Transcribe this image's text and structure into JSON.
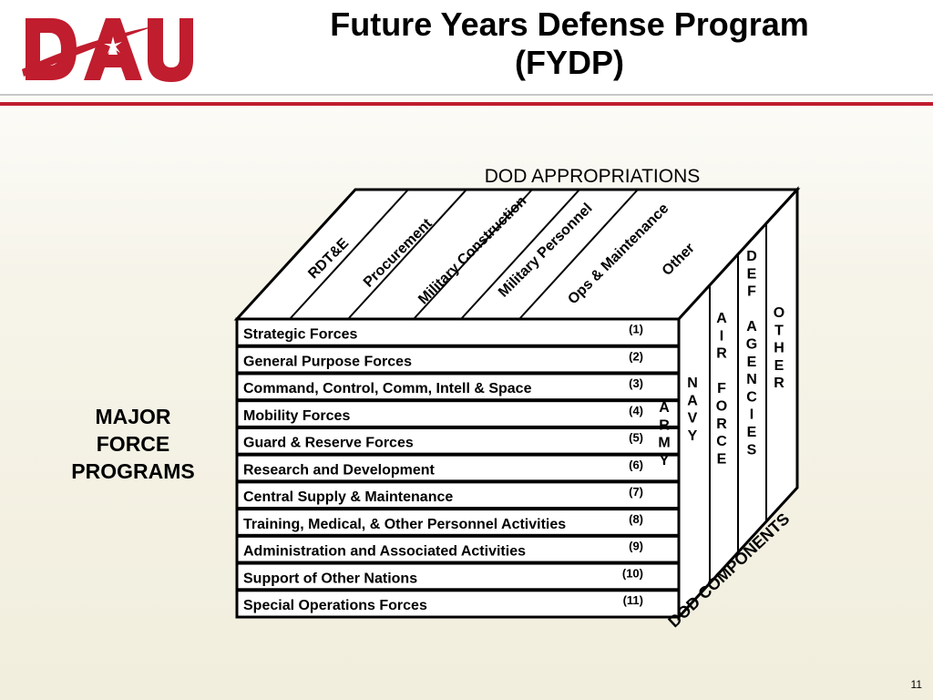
{
  "slide": {
    "title_line1": "Future Years Defense Program",
    "title_line2": "(FYDP)",
    "page_number": "11"
  },
  "logo": {
    "text": "DAU"
  },
  "diagram": {
    "top_label": "DOD  APPROPRIATIONS",
    "side_label_lines": [
      "MAJOR",
      "FORCE",
      "PROGRAMS"
    ],
    "bottom_label": "DOD COMPONENTS",
    "appropriations": [
      "RDT&E",
      "Procurement",
      "Military Construction",
      "Military Personnel",
      "Ops & Maintenance",
      "Other"
    ],
    "programs": [
      {
        "name": "Strategic Forces",
        "number": "(1)"
      },
      {
        "name": "General Purpose Forces",
        "number": "(2)"
      },
      {
        "name": "Command, Control, Comm, Intell & Space",
        "number": "(3)"
      },
      {
        "name": "Mobility Forces",
        "number": "(4)"
      },
      {
        "name": "Guard & Reserve Forces",
        "number": "(5)"
      },
      {
        "name": "Research and Development",
        "number": "(6)"
      },
      {
        "name": "Central Supply & Maintenance",
        "number": "(7)"
      },
      {
        "name": "Training, Medical, & Other Personnel Activities",
        "number": "(8)"
      },
      {
        "name": "Administration and Associated Activities",
        "number": "(9)"
      },
      {
        "name": "Support of Other Nations",
        "number": "(10)"
      },
      {
        "name": "Special Operations Forces",
        "number": "(11)"
      }
    ],
    "components": [
      {
        "lines": [
          "A",
          "R",
          "M",
          "Y"
        ]
      },
      {
        "lines": [
          "N",
          "A",
          "V",
          "Y"
        ]
      },
      {
        "lines": [
          "A",
          "I",
          "R",
          "",
          "F",
          "O",
          "R",
          "C",
          "E"
        ]
      },
      {
        "lines": [
          "D",
          "E",
          "F",
          "",
          "A",
          "G",
          "E",
          "N",
          "C",
          "I",
          "E",
          "S"
        ]
      },
      {
        "lines": [
          "O",
          "T",
          "H",
          "E",
          "R"
        ]
      }
    ]
  },
  "colors": {
    "brand_red": "#c01d2e",
    "line": "#000000"
  }
}
